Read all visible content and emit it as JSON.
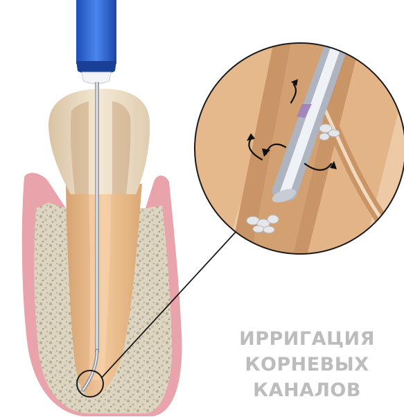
{
  "caption": {
    "lines": [
      "ИРРИГАЦИЯ",
      "КОРНЕВЫХ",
      "КАНАЛОВ"
    ]
  },
  "colors": {
    "syringe_blue": "#2b5fcf",
    "gum_pink": "#e8a3ab",
    "bone_beige": "#d9d1bd",
    "root_tan": "#e3b585",
    "crown_cream": "#efe1c8",
    "caption_gray": "#bcbcbc"
  }
}
